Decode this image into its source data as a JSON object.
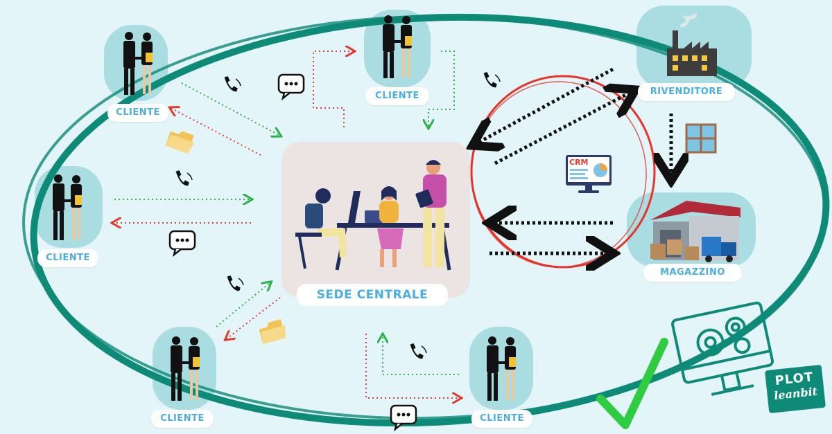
{
  "nodes": {
    "client_top_left": "CLIENTE",
    "client_top_center": "CLIENTE",
    "client_mid_left": "CLIENTE",
    "client_bottom_left": "CLIENTE",
    "client_bottom_center": "CLIENTE",
    "hq": "SEDE CENTRALE",
    "reseller": "RIVENDITORE",
    "warehouse": "MAGAZZINO",
    "crm": "CRM"
  },
  "brand": {
    "line1": "PLOT",
    "line2": "leanbit"
  },
  "colors": {
    "ellipse": "#0e8a78",
    "request_arrow": "#2bb34a",
    "response_arrow": "#e23a2e",
    "crm_circle": "#e8322a",
    "label_text": "#4aaee0",
    "bubble": "#a9dde2",
    "check": "#2ecc40"
  },
  "icons": [
    "phone-icon",
    "chat-icon",
    "folder-icon",
    "window-icon",
    "crm-monitor-icon",
    "gear-monitor-icon",
    "checkmark-icon"
  ]
}
